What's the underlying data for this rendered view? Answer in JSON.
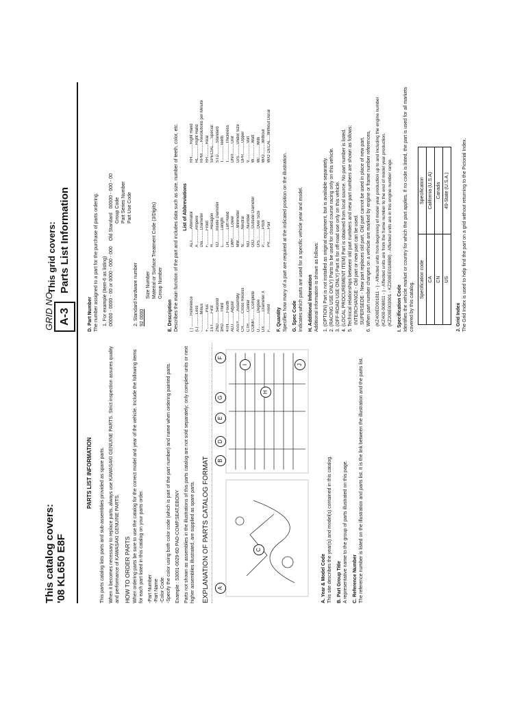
{
  "header": {
    "catalog_covers": "This catalog covers:",
    "model": "'08 KL650 E8F",
    "grid_no_label": "GRID NO.",
    "grid_no": "A-3",
    "grid_covers": "This grid covers:",
    "grid_title": "Parts List Information"
  },
  "left": {
    "title": "PARTS LIST INFORMATION",
    "intro1": "This parts catalog lists parts and sub-assemblies provided as spare parts.",
    "intro2": "When it becomes necessary to replace parts, always use KAWASAKI GENUINE PARTS. Strict inspection assures quality and performance of KAWASAKI GENUINE PARTS.",
    "how_title": "HOW TO ORDER PARTS",
    "how_text": "When ordering parts be sure to use the catalog for the correct model and year of the vehicle. Include the following items for each part listed in this catalog on your parts order.",
    "how_items": [
      "-Part Number",
      "-Part Name",
      "-Color Code",
      "-Specify the color using both color code (which is part of the part number) and name when ordering painted parts."
    ],
    "example_label": "Example :",
    "example_text": "53001-0029-6D    PAD-COMP,SEAT,EBONY",
    "note": "Parts not shown as assemblies in the illustrations of this parts catalog are not sold separately; only complete units or next higher assemblies illustrated, are supplied as spare parts.",
    "explain_title": "EXPLANATION OF PARTS CATALOG FORMAT",
    "callouts": [
      "A",
      "B",
      "C",
      "D",
      "E",
      "F",
      "G",
      "H",
      "I",
      "J"
    ],
    "a_title": "A.  Year & Model Code",
    "a_text": "This site describes the year(s) and model(s) contained in this catalog.",
    "b_title": "B.  Part Group Title",
    "b_text": "A representative name to the group of parts illustrated on this page.",
    "c_title": "C.  Reference Number",
    "c_text": "The reference number is listed on the illustration and parts list. It is the link between the illustration and the parts list."
  },
  "right": {
    "d_title": "D.  Part Number",
    "d_text": "The number assigned to a part for the purchase of parts ordering.",
    "d_ex1": "1. For example (Item-6 as listing)",
    "d_ex1_code": "00000 - 0000 - 00  or  0000 - 000  - 000",
    "d_ex1_side": "Old Standard",
    "d_ex1_side2": "00000 - 000 - 00",
    "d_ex1_labels": [
      "Group Code",
      "Part Series Number",
      "Part Use Code"
    ],
    "d_ex2": "2. Standard hardware number",
    "d_ex2_code": "92 0000",
    "d_ex2_labels": [
      "Size Number",
      "Material or Surface Treatment Code (3/Digits)",
      "Group Number"
    ],
    "e_title": "E.  Description",
    "e_text": "Describes the main function of the part and includes data such as size, number of teeth, color, etc.",
    "abbr_title": "List of Abbreviations",
    "abbreviations": [
      "( ) ..........Reference",
      "ALT..........Alternator",
      "RH...........Right Hand",
      "(L) ..........Less",
      "A ............Ampere",
      "RL...........Right Hand",
      "-..............Minus",
      "Dia..........Diameter",
      "RPM..........Revolutions per Minute",
      "+...............Plus",
      "F.............Front",
      "RR...........Rear",
      "1ST..........First",
      "H.............Hexagon",
      "SPECIAL......Special",
      "2ND..........Second",
      "I/D..........Inside Diameter",
      "STD..........Standard",
      "3RD..........Third",
      "L.............Length",
      "T.............Teeth",
      "4TH..........Fourth",
      "LH...........Left Hand",
      "T...............Thickness",
      "ADJ..........Adjust",
      "LWR..........Lower",
      "UNIT.........Unit",
      "ASSY.........Assembly",
      "MM...........Millimeter",
      "U/S..........Under Size",
      "CR...........Cross Recess",
      "N.............Neutral",
      "UPR..........Upper",
      "CTR..........Center",
      "NO...........Number",
      "V...............Volt",
      "COMP..........Complete",
      "O/D..........Outside Diameter",
      "W..............Watt",
      "D..............Degree",
      "O/S..........Over Size",
      "W/...........With",
      "DX.............Diameter X",
      "P..............Pitch",
      "W/O..........Without",
      "F..............Front",
      "PR...........Pair",
      "W/O DECAL....Without Decal"
    ],
    "f_title": "F.  Quantity",
    "f_text": "Specifies how many of a part are required at the indicated position on the illustration.",
    "g_title": "G.  Spec Code",
    "g_text": "Indicates which parts are used for a specific vehicle year and model.",
    "h_title": "H.  Additional Information",
    "h_text": "Additional information is shown as follows:",
    "h_items": [
      "1.  (OPTION) Part is not installed as original equipment, but is available separately.",
      "2.  (RACING USE ONLY) Parts to be used for closed course racing only on this vehicle.",
      "3.  (OFF-ROAD USE ONLY) Part is for off-road use only on this vehicle.",
      "4.  (LOCAL PROCUREMENT ITEM) Part is obtained from local source. No part number is listed.",
      "5.  Technical relationships between old part numbers and new part numbers are shown as follows:",
      "INTERCHANGE - Old part or new part can be used.",
      "SUPERSEDE - New part replaces old part. Old part cannot be used in place of new part.",
      "6.  When part number changes on a vehicle are marked by engine or frame number references,"
    ],
    "h_codes": [
      "(KZ400ED001811 -            ) - Affected units from beginning of model year production up to and including the engine number",
      "(KZ400-008811           -       ) - Affected units are from the frame number to the end of model year production.",
      "(KZ200E003001          -  KZ200EE018888) - Affected units are in this engine number range."
    ],
    "i_title": "I.  Specification Code",
    "i_text": "Identifies the vehicle market or country for which the part applies. If no code is listed, the part is used for all markets covered by this catalog.",
    "spec_headers": [
      "Specification code",
      "Specification"
    ],
    "spec_rows": [
      [
        "CA",
        "California (U.S.A)"
      ],
      [
        "CN",
        "Canada"
      ],
      [
        "US",
        "49-State (U.S.A.)"
      ]
    ],
    "j_title": "J.  Grid Index",
    "j_text": "The Grid Index is used to help find the part on a grid without returning to the Pictorial Index."
  }
}
